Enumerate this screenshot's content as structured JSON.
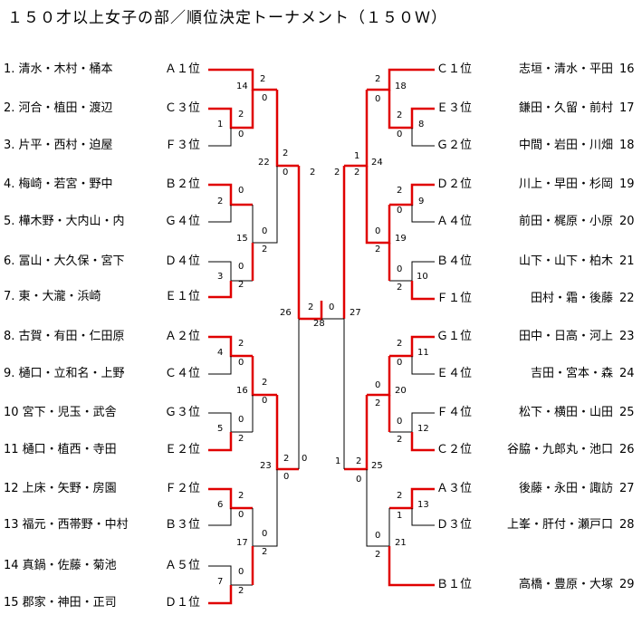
{
  "title": "１５０才以上女子の部／順位決定トーナメント（１５０Ｗ）",
  "left": [
    {
      "label": "1. 清水・木村・桶本",
      "rank": "Ａ１位"
    },
    {
      "label": "2. 河合・植田・渡辺",
      "rank": "Ｃ３位"
    },
    {
      "label": "3. 片平・西村・迫屋",
      "rank": "Ｆ３位"
    },
    {
      "label": "4. 梅崎・若宮・野中",
      "rank": "Ｂ２位"
    },
    {
      "label": "5. 樺木野・大内山・内",
      "rank": "Ｇ４位"
    },
    {
      "label": "6. 冨山・大久保・宮下",
      "rank": "Ｄ４位"
    },
    {
      "label": "7. 東・大瀧・浜崎",
      "rank": "Ｅ１位"
    },
    {
      "label": "8. 古賀・有田・仁田原",
      "rank": "Ａ２位"
    },
    {
      "label": "9. 樋口・立和名・上野",
      "rank": "Ｃ４位"
    },
    {
      "label": "10 宮下・児玉・武舎",
      "rank": "Ｇ３位"
    },
    {
      "label": "11 樋口・植西・寺田",
      "rank": "Ｅ２位"
    },
    {
      "label": "12 上床・矢野・房園",
      "rank": "Ｆ２位"
    },
    {
      "label": "13 福元・西帯野・中村",
      "rank": "Ｂ３位"
    },
    {
      "label": "14 真鍋・佐藤・菊池",
      "rank": "Ａ５位"
    },
    {
      "label": "15 郡家・神田・正司",
      "rank": "Ｄ１位"
    }
  ],
  "right": [
    {
      "rank": "Ｃ１位",
      "names": "志垣・清水・平田",
      "num": "16"
    },
    {
      "rank": "Ｅ３位",
      "names": "鎌田・久留・前村",
      "num": "17"
    },
    {
      "rank": "Ｇ２位",
      "names": "中間・岩田・川畑",
      "num": "18"
    },
    {
      "rank": "Ｄ２位",
      "names": "川上・早田・杉岡",
      "num": "19"
    },
    {
      "rank": "Ａ４位",
      "names": "前田・梶原・小原",
      "num": "20"
    },
    {
      "rank": "Ｂ４位",
      "names": "山下・山下・柏木",
      "num": "21"
    },
    {
      "rank": "Ｆ１位",
      "names": "田村・霜・後藤",
      "num": "22"
    },
    {
      "rank": "Ｇ１位",
      "names": "田中・日高・河上",
      "num": "23"
    },
    {
      "rank": "Ｅ４位",
      "names": "吉田・宮本・森",
      "num": "24"
    },
    {
      "rank": "Ｆ４位",
      "names": "松下・横田・山田",
      "num": "25"
    },
    {
      "rank": "Ｃ２位",
      "names": "谷脇・九郎丸・池口",
      "num": "26"
    },
    {
      "rank": "Ａ３位",
      "names": "後藤・永田・諏訪",
      "num": "27"
    },
    {
      "rank": "Ｄ３位",
      "names": "上峯・肝付・瀬戸口",
      "num": "28"
    },
    {
      "rank": "Ｂ１位",
      "names": "高橋・豊原・大塚",
      "num": "29"
    }
  ],
  "winner_color": "#e00000",
  "line_color": "#000000",
  "marks": [
    {
      "text": "2"
    },
    {
      "text": "0"
    },
    {
      "text": "14"
    },
    {
      "text": "2"
    },
    {
      "text": "1"
    },
    {
      "text": "0"
    },
    {
      "text": "22"
    },
    {
      "text": "2"
    },
    {
      "text": "0"
    },
    {
      "text": "2"
    },
    {
      "text": "2"
    },
    {
      "text": "0"
    },
    {
      "text": "15"
    },
    {
      "text": "0"
    },
    {
      "text": "2"
    },
    {
      "text": "3"
    },
    {
      "text": "0"
    },
    {
      "text": "2"
    },
    {
      "text": "26"
    },
    {
      "text": "2"
    },
    {
      "text": "0"
    },
    {
      "text": "27"
    },
    {
      "text": "28"
    },
    {
      "text": "4"
    },
    {
      "text": "2"
    },
    {
      "text": "0"
    },
    {
      "text": "16"
    },
    {
      "text": "2"
    },
    {
      "text": "0"
    },
    {
      "text": "5"
    },
    {
      "text": "0"
    },
    {
      "text": "2"
    },
    {
      "text": "23"
    },
    {
      "text": "2"
    },
    {
      "text": "0"
    },
    {
      "text": "0"
    },
    {
      "text": "6"
    },
    {
      "text": "2"
    },
    {
      "text": "0"
    },
    {
      "text": "17"
    },
    {
      "text": "0"
    },
    {
      "text": "2"
    },
    {
      "text": "7"
    },
    {
      "text": "0"
    },
    {
      "text": "2"
    },
    {
      "text": "2"
    },
    {
      "text": "0"
    },
    {
      "text": "18"
    },
    {
      "text": "2"
    },
    {
      "text": "0"
    },
    {
      "text": "8"
    },
    {
      "text": "1"
    },
    {
      "text": "24"
    },
    {
      "text": "2"
    },
    {
      "text": "2"
    },
    {
      "text": "2"
    },
    {
      "text": "0"
    },
    {
      "text": "9"
    },
    {
      "text": "0"
    },
    {
      "text": "19"
    },
    {
      "text": "2"
    },
    {
      "text": "0"
    },
    {
      "text": "10"
    },
    {
      "text": "2"
    },
    {
      "text": "2"
    },
    {
      "text": "0"
    },
    {
      "text": "11"
    },
    {
      "text": "0"
    },
    {
      "text": "20"
    },
    {
      "text": "2"
    },
    {
      "text": "0"
    },
    {
      "text": "12"
    },
    {
      "text": "2"
    },
    {
      "text": "1"
    },
    {
      "text": "2"
    },
    {
      "text": "25"
    },
    {
      "text": "0"
    },
    {
      "text": "2"
    },
    {
      "text": "1"
    },
    {
      "text": "13"
    },
    {
      "text": "0"
    },
    {
      "text": "21"
    },
    {
      "text": "2"
    }
  ]
}
